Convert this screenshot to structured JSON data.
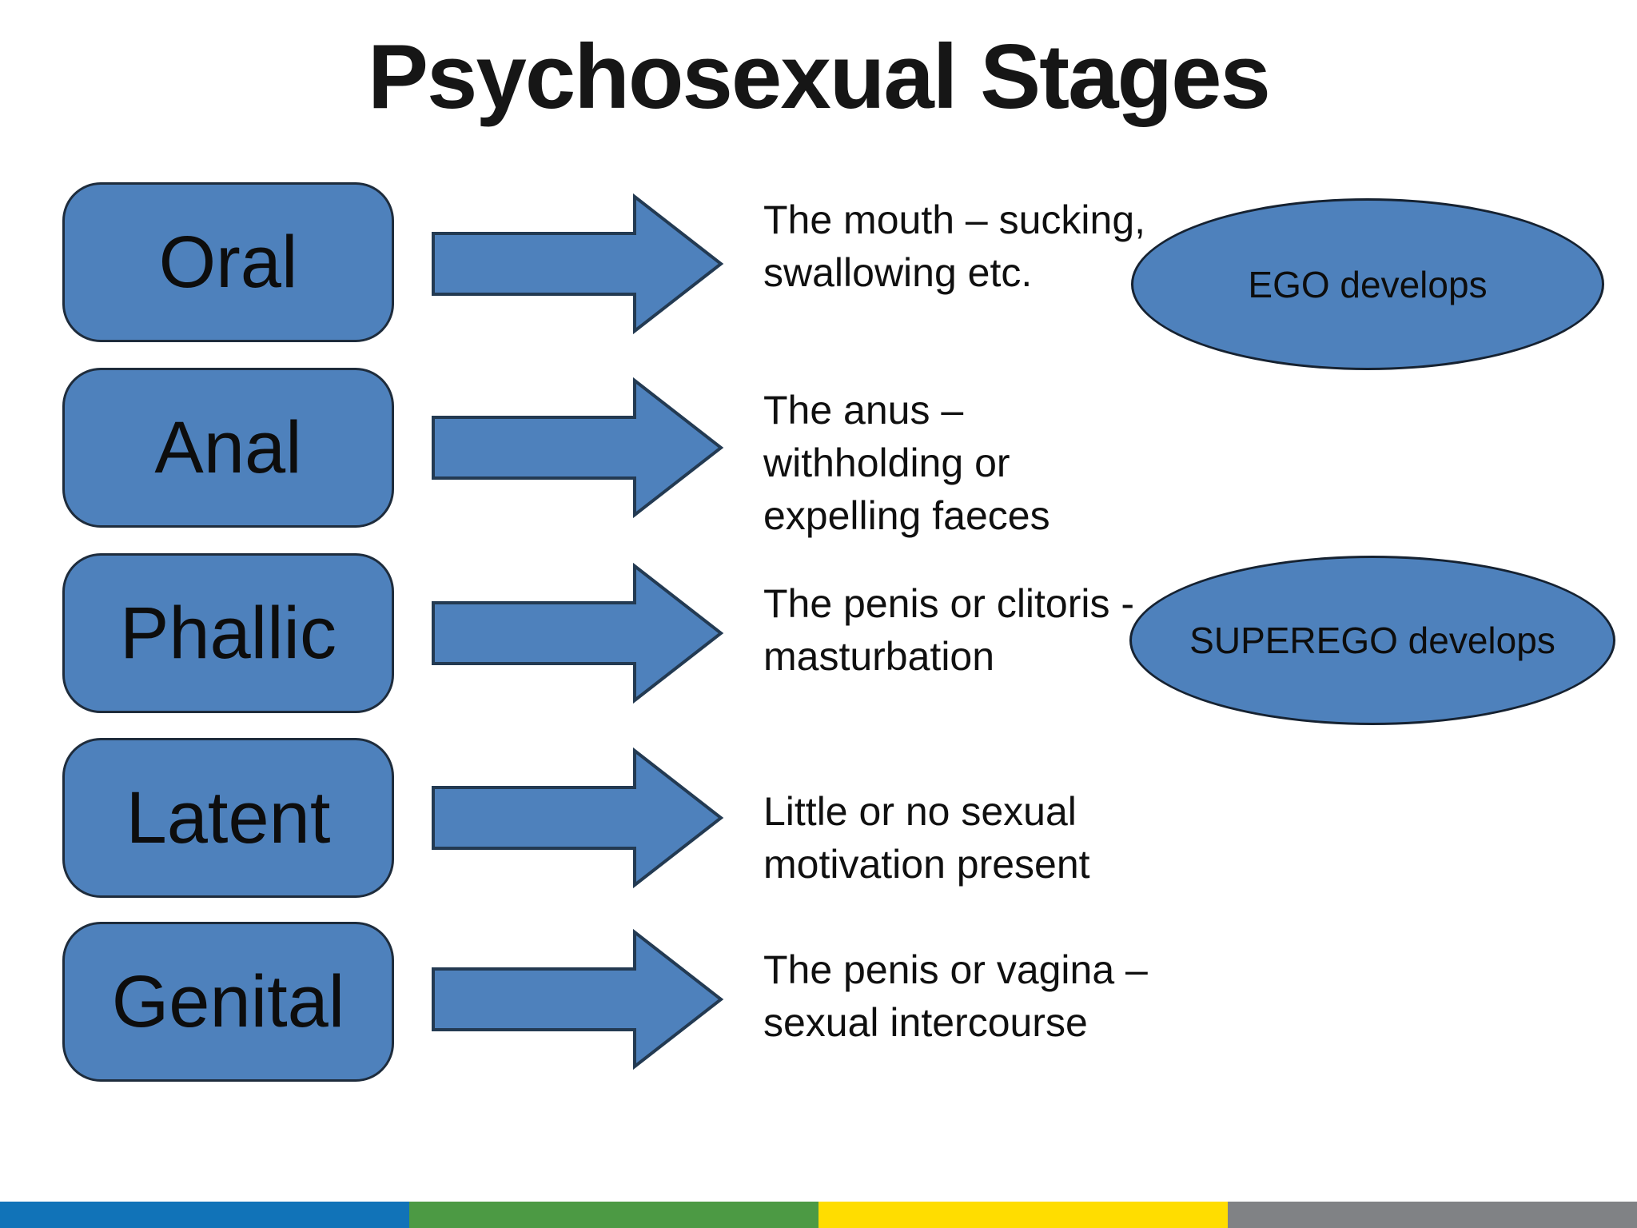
{
  "slide": {
    "title": "Psychosexual Stages",
    "background_color": "#ffffff",
    "shape_fill_color": "#4e81bc",
    "shape_border_color": "#1e2c3c",
    "text_color": "#111111"
  },
  "stages": [
    {
      "label": "Oral",
      "description": "The mouth – sucking,\nswallowing etc."
    },
    {
      "label": "Anal",
      "description": "The anus –\nwithholding or\nexpelling faeces"
    },
    {
      "label": "Phallic",
      "description": "The penis or clitoris -\nmasturbation"
    },
    {
      "label": "Latent",
      "description": "Little or no sexual\nmotivation present"
    },
    {
      "label": "Genital",
      "description": "The penis or vagina –\nsexual intercourse"
    }
  ],
  "callouts": [
    {
      "label": "EGO develops"
    },
    {
      "label": "SUPEREGO develops"
    }
  ],
  "footer_bar": {
    "segment_colors": [
      "#1173b8",
      "#4c9a44",
      "#ffdd00",
      "#808285"
    ]
  }
}
